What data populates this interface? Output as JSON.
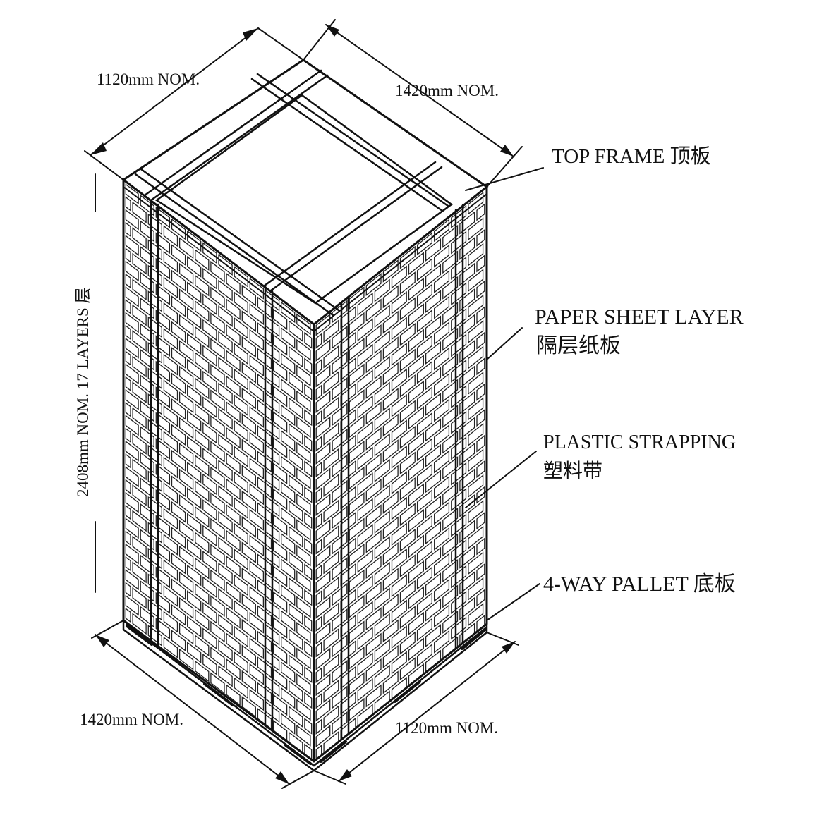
{
  "dimensions": {
    "top_left": "1120mm  NOM.",
    "top_right": "1420mm  NOM.",
    "height": "2408mm  NOM. 17  LAYERS 层",
    "bottom_left": "1420mm  NOM.",
    "bottom_right": "1120mm  NOM."
  },
  "callouts": {
    "top_frame": "TOP FRAME  顶板",
    "paper_sheet_en": "PAPER SHEET LAYER",
    "paper_sheet_cn": "隔层纸板",
    "strapping_en": "PLASTIC  STRAPPING",
    "strapping_cn": "塑料带",
    "pallet": "4-WAY PALLET 底板"
  },
  "structure": {
    "layers": 17
  },
  "colors": {
    "ink": "#111111",
    "paper": "#ffffff"
  }
}
